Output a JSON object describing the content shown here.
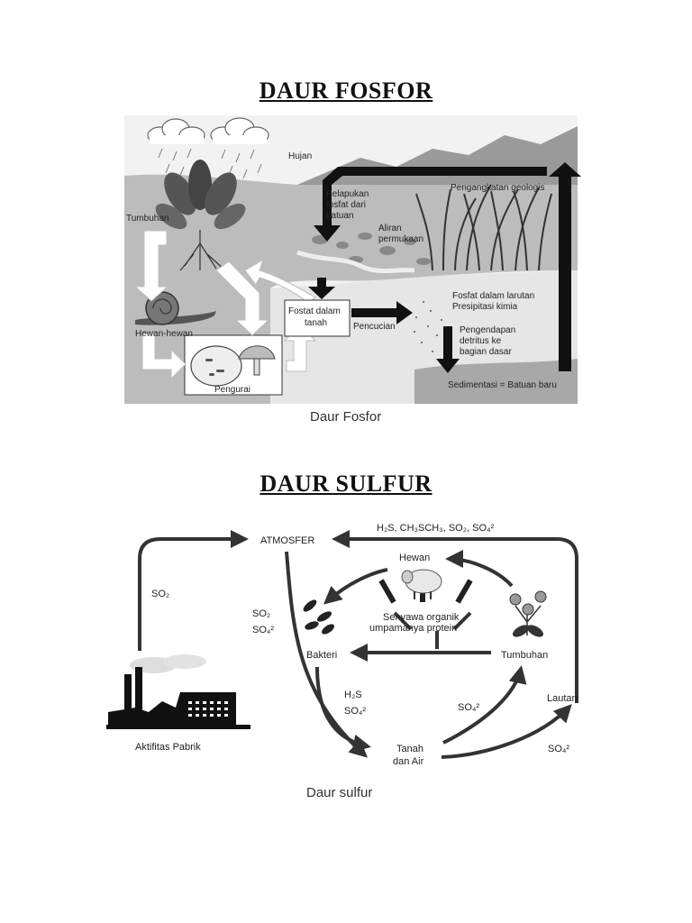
{
  "titles": {
    "phosphorus": "DAUR FOSFOR",
    "sulfur": "DAUR SULFUR"
  },
  "phosphorus_cycle": {
    "labels": {
      "rain": "Hujan",
      "plants": "Tumbuhan",
      "geo_uplift": "Pengangkatan geologis",
      "weathering_1": "Pelapukan",
      "weathering_2": "fosfat dari",
      "weathering_3": "batuan",
      "runoff_1": "Aliran",
      "runoff_2": "permukaan",
      "animals": "Hewan-hewan",
      "soil_phosphate_1": "Fostat dalam",
      "soil_phosphate_2": "tanah",
      "leaching": "Pencucian",
      "solution_1": "Fosfat dalam larutan",
      "solution_2": "Presipitasi kimia",
      "deposition_1": "Pengendapan",
      "deposition_2": "detritus ke",
      "deposition_3": "bagian dasar",
      "decomposers": "Pengurai",
      "sedimentation": "Sedimentasi = Batuan baru"
    },
    "caption": "Daur Fosfor"
  },
  "sulfur_cycle": {
    "labels": {
      "atmosphere": "ATMOSFER",
      "gases_top": "H₂S, CH₃SCH₃, SO₂, SO₄²",
      "so2_left": "SO₂",
      "so2_mid": "SO₂",
      "so4_mid": "SO₄²",
      "animals": "Hewan",
      "organic_1": "Senyawa organik",
      "organic_2": "umpamanya protein",
      "bacteria": "Bakteri",
      "plants": "Tumbuhan",
      "h2s": "H₂S",
      "so4_bact": "SO₄²",
      "so4_plant": "SO₄²",
      "ocean": "Lautan",
      "factory": "Aktifitas Pabrik",
      "soil_water_1": "Tanah",
      "soil_water_2": "dan Air",
      "so4_ocean": "SO₄²"
    },
    "caption": "Daur sulfur"
  }
}
